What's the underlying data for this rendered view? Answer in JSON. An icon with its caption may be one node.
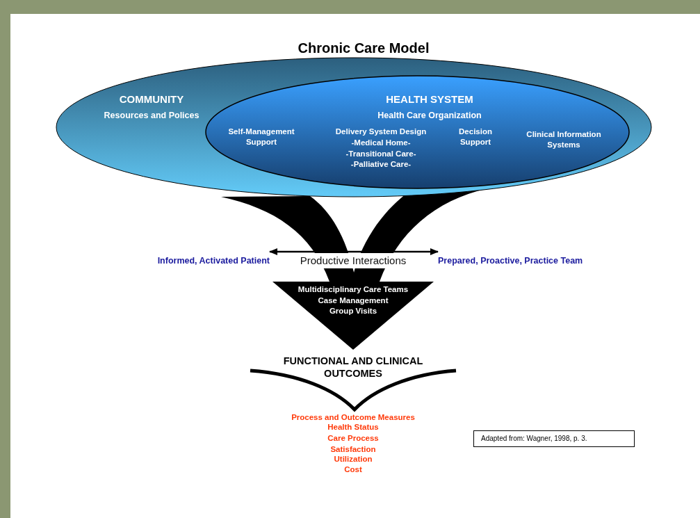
{
  "diagram": {
    "title": "Chronic Care Model",
    "nodes": [
      {
        "text": [
          "COMMUNITY",
          "Resources and Polices"
        ]
      },
      {
        "text": [
          "HEALTH SYSTEM",
          "Health Care Organization",
          "Self-Management Support",
          "Delivery System Design",
          "-Medical Home-",
          "-Transitional Care-",
          "-Palliative Care-",
          "Decision Support",
          "Clinical Information Systems"
        ],
        "in": 0
      },
      {
        "text": [
          "Informed, Activated Patient"
        ]
      },
      {
        "text": [
          "Prepared, Proactive, Practice Team"
        ]
      },
      {
        "text": [
          "Multidisciplinary Care Teams",
          "Case Management",
          "Group Visits"
        ]
      },
      {
        "text": [
          "Adapted from: Wagner, 1998, p. 3."
        ]
      }
    ],
    "edges": [
      {
        "from": 0,
        "to": 4,
        "arrow": "none",
        "style": "thick"
      },
      {
        "from": 1,
        "to": 4,
        "arrow": "none",
        "style": "thick"
      },
      {
        "from": 2,
        "to": 3,
        "arrow": "both",
        "label": "Productive Interactions"
      }
    ],
    "labels": [
      "FUNCTIONAL AND CLINICAL OUTCOMES",
      "Process and Outcome Measures",
      "Health Status",
      "Care Process",
      "Satisfaction",
      "Utilization",
      "Cost"
    ]
  }
}
